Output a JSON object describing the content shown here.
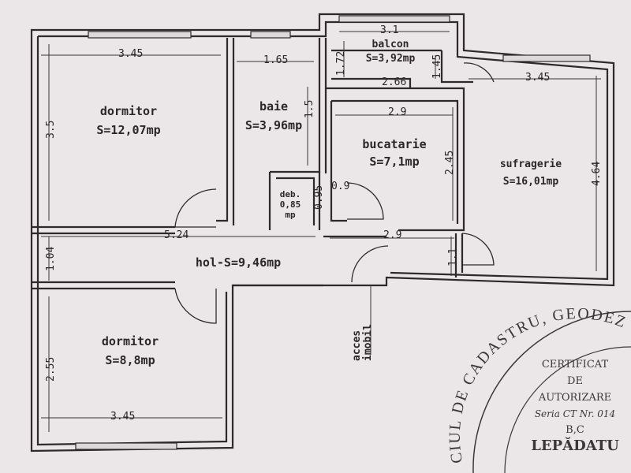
{
  "rooms": {
    "dormitor_1": {
      "name": "dormitor",
      "area": "S=12,07mp"
    },
    "baie": {
      "name": "baie",
      "area": "S=3,96mp"
    },
    "balcon": {
      "name": "balcon",
      "area": "S=3,92mp"
    },
    "bucatarie": {
      "name": "bucatarie",
      "area": "S=7,1mp"
    },
    "sufragerie": {
      "name": "sufragerie",
      "area": "S=16,01mp"
    },
    "debara": {
      "name": "deb.",
      "area": "0,85",
      "unit": "mp"
    },
    "hol": {
      "name": "hol-S=9,46mp"
    },
    "dormitor_2": {
      "name": "dormitor",
      "area": "S=8,8mp"
    }
  },
  "dimensions": {
    "d1_width": "3.45",
    "d1_height": "3.5",
    "baie_width": "1.65",
    "baie_height": "1.5",
    "balcon_width": "3.1",
    "balcon_left_height": "1.72",
    "balcon_right_height": "1.45",
    "balcon_inner": "2.66",
    "buc_width": "2.9",
    "buc_height": "2.45",
    "suf_width": "3.45",
    "suf_height": "4.64",
    "deb_height": "0.95",
    "deb_width": "0.9",
    "hol_width_left": "5.24",
    "hol_width_right": "2.9",
    "hol_height_left": "1.04",
    "hol_height_right": "1.1",
    "d2_width": "3.45",
    "d2_height": "2.55"
  },
  "entrance": {
    "line1": "acces",
    "line2": "imobil"
  },
  "stamp": {
    "ring_text": "CIUL DE CADASTRU, GEODEZ",
    "line1": "CERTIFICAT",
    "line2": "DE",
    "line3": "AUTORIZARE",
    "line4": "Seria CT Nr. 014",
    "line5": "B,C",
    "line6": "LEPĂDATU"
  }
}
